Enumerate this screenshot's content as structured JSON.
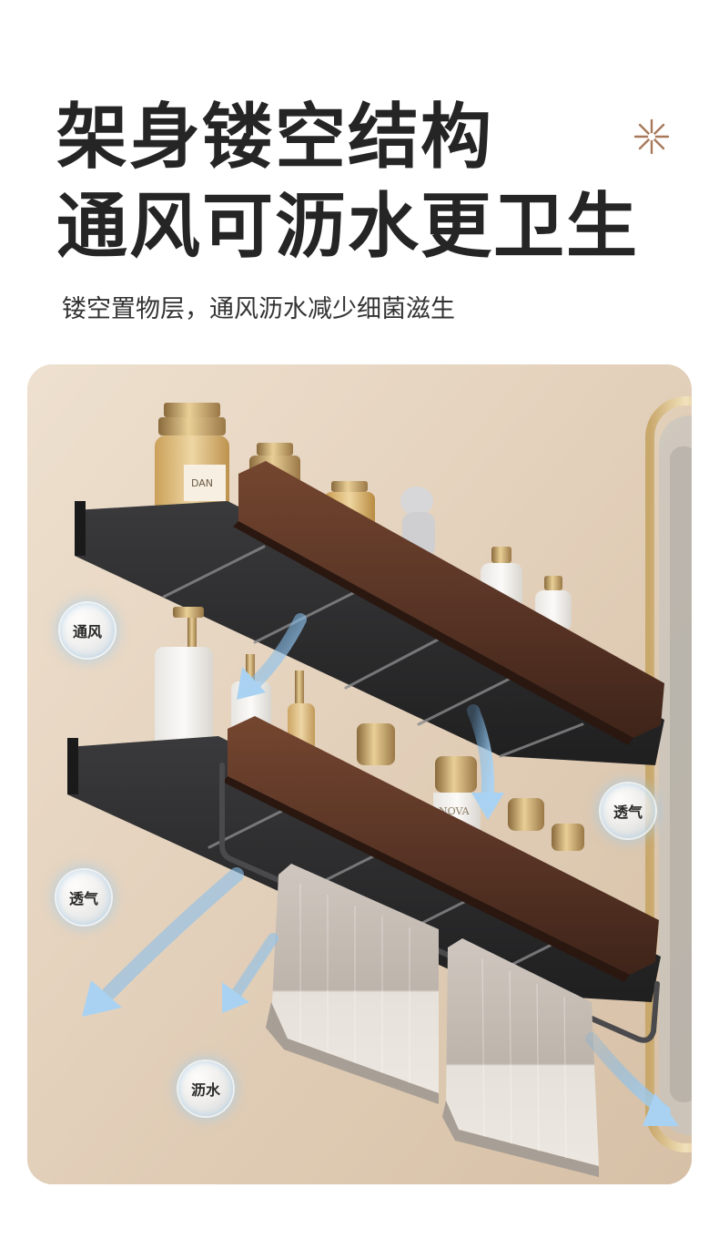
{
  "headline": {
    "line1": "架身镂空结构",
    "line2": "通风可沥水更卫生"
  },
  "subline": "镂空置物层，通风沥水减少细菌滋生",
  "labels": {
    "ventilation": "通风",
    "breathable_right": "透气",
    "breathable_left": "透气",
    "drain": "沥水"
  },
  "bottle_lettering": {
    "upper_label": "DAN",
    "lower_label": "NOVA"
  },
  "colors": {
    "accent": "#a7795a",
    "headline": "#252525",
    "shelf_metal": "#2b2b2c",
    "wood": "#5a3526",
    "wall": "#e3d2bd",
    "arrow_blue": "#9ec9ec"
  },
  "icons": {
    "decoration": "sparkle-icon",
    "airflow": "arrow-icon"
  }
}
